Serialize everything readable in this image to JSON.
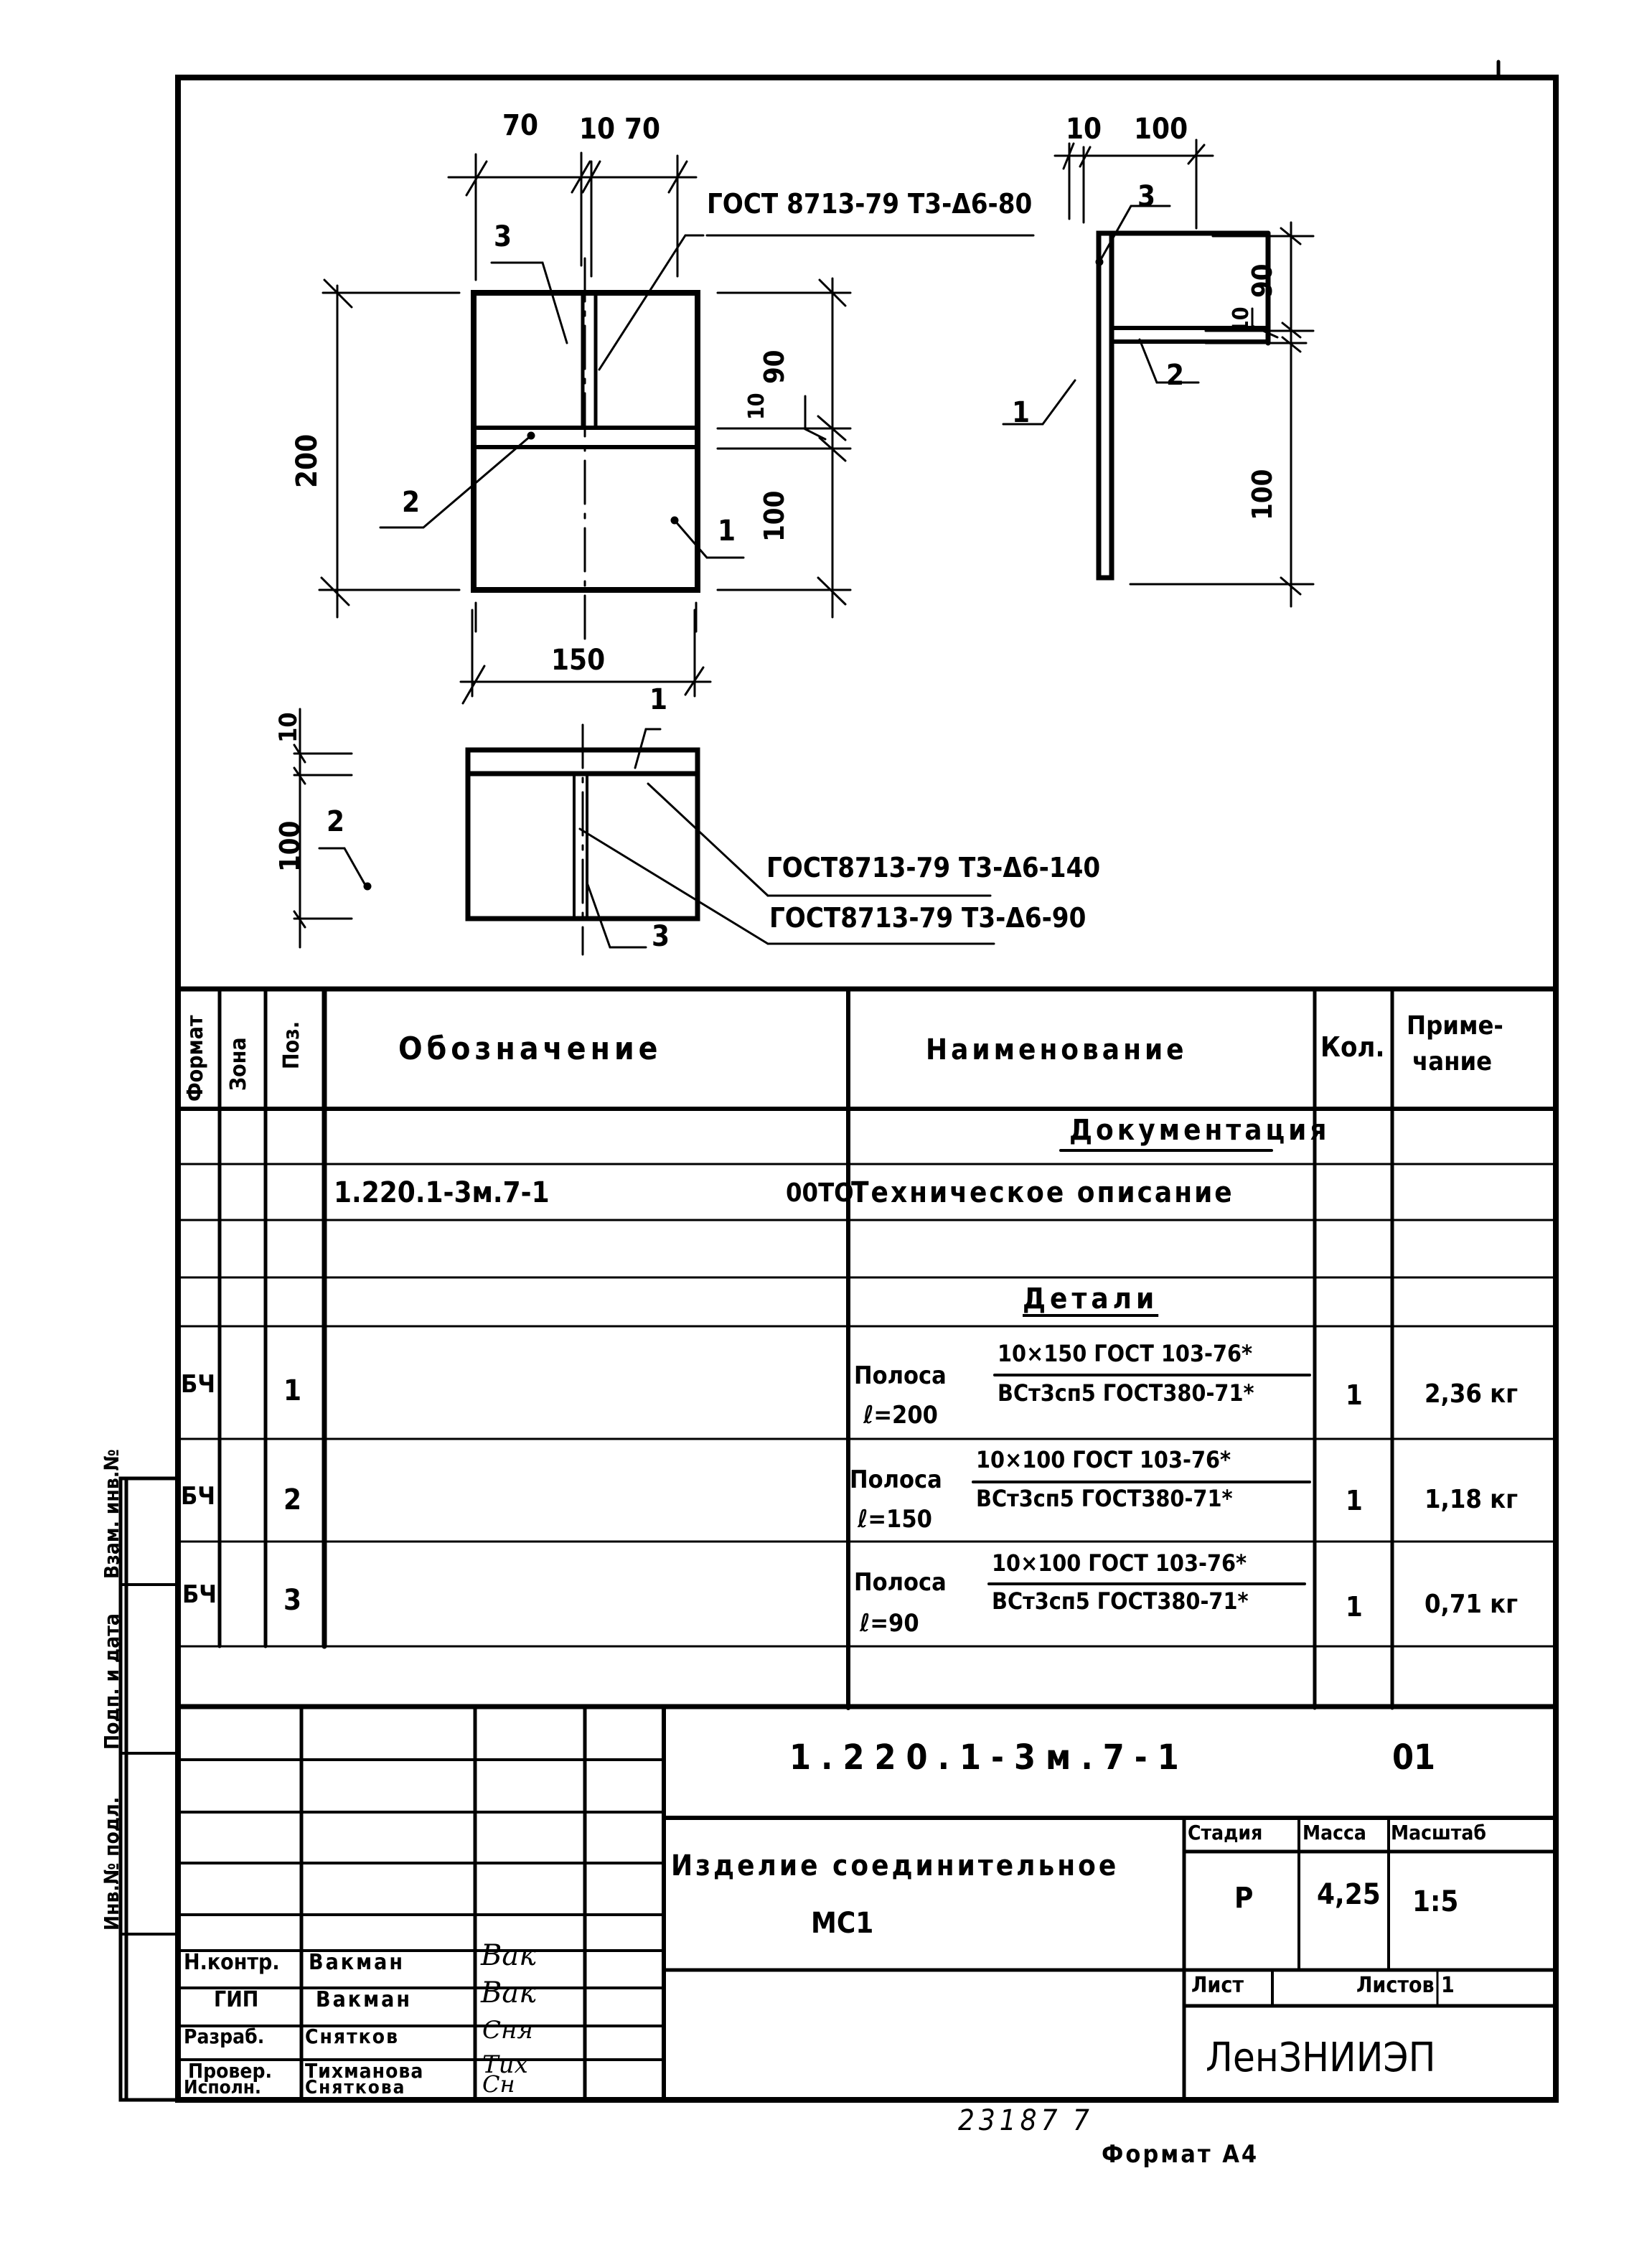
{
  "drawing": {
    "front_view": {
      "dims_top": [
        "70",
        "10",
        "70"
      ],
      "dim_left": "200",
      "dims_right": [
        "90",
        "10",
        "100"
      ],
      "dim_bottom": "150",
      "callouts": [
        "3",
        "2",
        "1"
      ],
      "weld_note": "ГОСТ 8713-79  Т3-Δ6-80"
    },
    "side_view": {
      "dims_top": [
        "10",
        "100"
      ],
      "dims_right": [
        "90",
        "10",
        "100"
      ],
      "callouts": [
        "3",
        "2",
        "1"
      ]
    },
    "plan_view": {
      "dims_left": [
        "10",
        "100"
      ],
      "callouts": [
        "1",
        "2",
        "3"
      ],
      "weld_notes": [
        "ГОСТ8713-79  Т3-Δ6-140",
        "ГОСТ8713-79  Т3-Δ6-90"
      ]
    }
  },
  "spec_table": {
    "headers": {
      "format": "Формат",
      "zone": "Зона",
      "pos": "Поз.",
      "designation": "Обозначение",
      "name": "Наименование",
      "qty": "Кол.",
      "note_line1": "Приме-",
      "note_line2": "чание"
    },
    "section_docs": "Документация",
    "doc_row": {
      "designation": "1.220.1-3м.7-1",
      "code": "00ТО",
      "name": "Техническое описание"
    },
    "section_parts": "Детали",
    "rows": [
      {
        "format": "БЧ",
        "pos": "1",
        "name": "Полоса",
        "length": "ℓ=200",
        "spec_top": "10×150 ГОСТ 103-76*",
        "spec_bottom": "ВСт3сп5 ГОСТ380-71*",
        "qty": "1",
        "note": "2,36 кг"
      },
      {
        "format": "БЧ",
        "pos": "2",
        "name": "Полоса",
        "length": "ℓ=150",
        "spec_top": "10×100 ГОСТ 103-76*",
        "spec_bottom": "ВСт3сп5 ГОСТ380-71*",
        "qty": "1",
        "note": "1,18 кг"
      },
      {
        "format": "БЧ",
        "pos": "3",
        "name": "Полоса",
        "length": "ℓ=90",
        "spec_top": "10×100 ГОСТ 103-76*",
        "spec_bottom": "ВСт3сп5 ГОСТ380-71*",
        "qty": "1",
        "note": "0,71 кг"
      }
    ]
  },
  "title_block": {
    "doc_number": "1.220.1-3м.7-1",
    "doc_suffix": "01",
    "item_name_line1": "Изделие соединительное",
    "item_name_line2": "МС1",
    "stage_label": "Стадия",
    "mass_label": "Масса",
    "scale_label": "Масштаб",
    "stage": "Р",
    "mass": "4,25",
    "scale": "1:5",
    "sheet_label": "Лист",
    "sheets_label": "Листов 1",
    "organization": "ЛенЗНИИЭП",
    "signatures": [
      {
        "role": "Н.контр.",
        "name": "Вакман",
        "sign": "Вак"
      },
      {
        "role": "ГИП",
        "name": "Вакман",
        "sign": "Вак"
      },
      {
        "role": "Разраб.",
        "name": "Снятков",
        "sign": "Сня"
      },
      {
        "role": "Провер.",
        "name": "Тихманова",
        "sign": "Тих"
      },
      {
        "role": "Исполн.",
        "name": "Сняткова",
        "sign": "Сн"
      }
    ]
  },
  "side_stamp": {
    "labels": [
      "Взам. инв.№",
      "Подп. и дата",
      "Инв.№ подл."
    ]
  },
  "footer": {
    "archive_number": "23187",
    "page": "7",
    "format": "Формат А4"
  }
}
